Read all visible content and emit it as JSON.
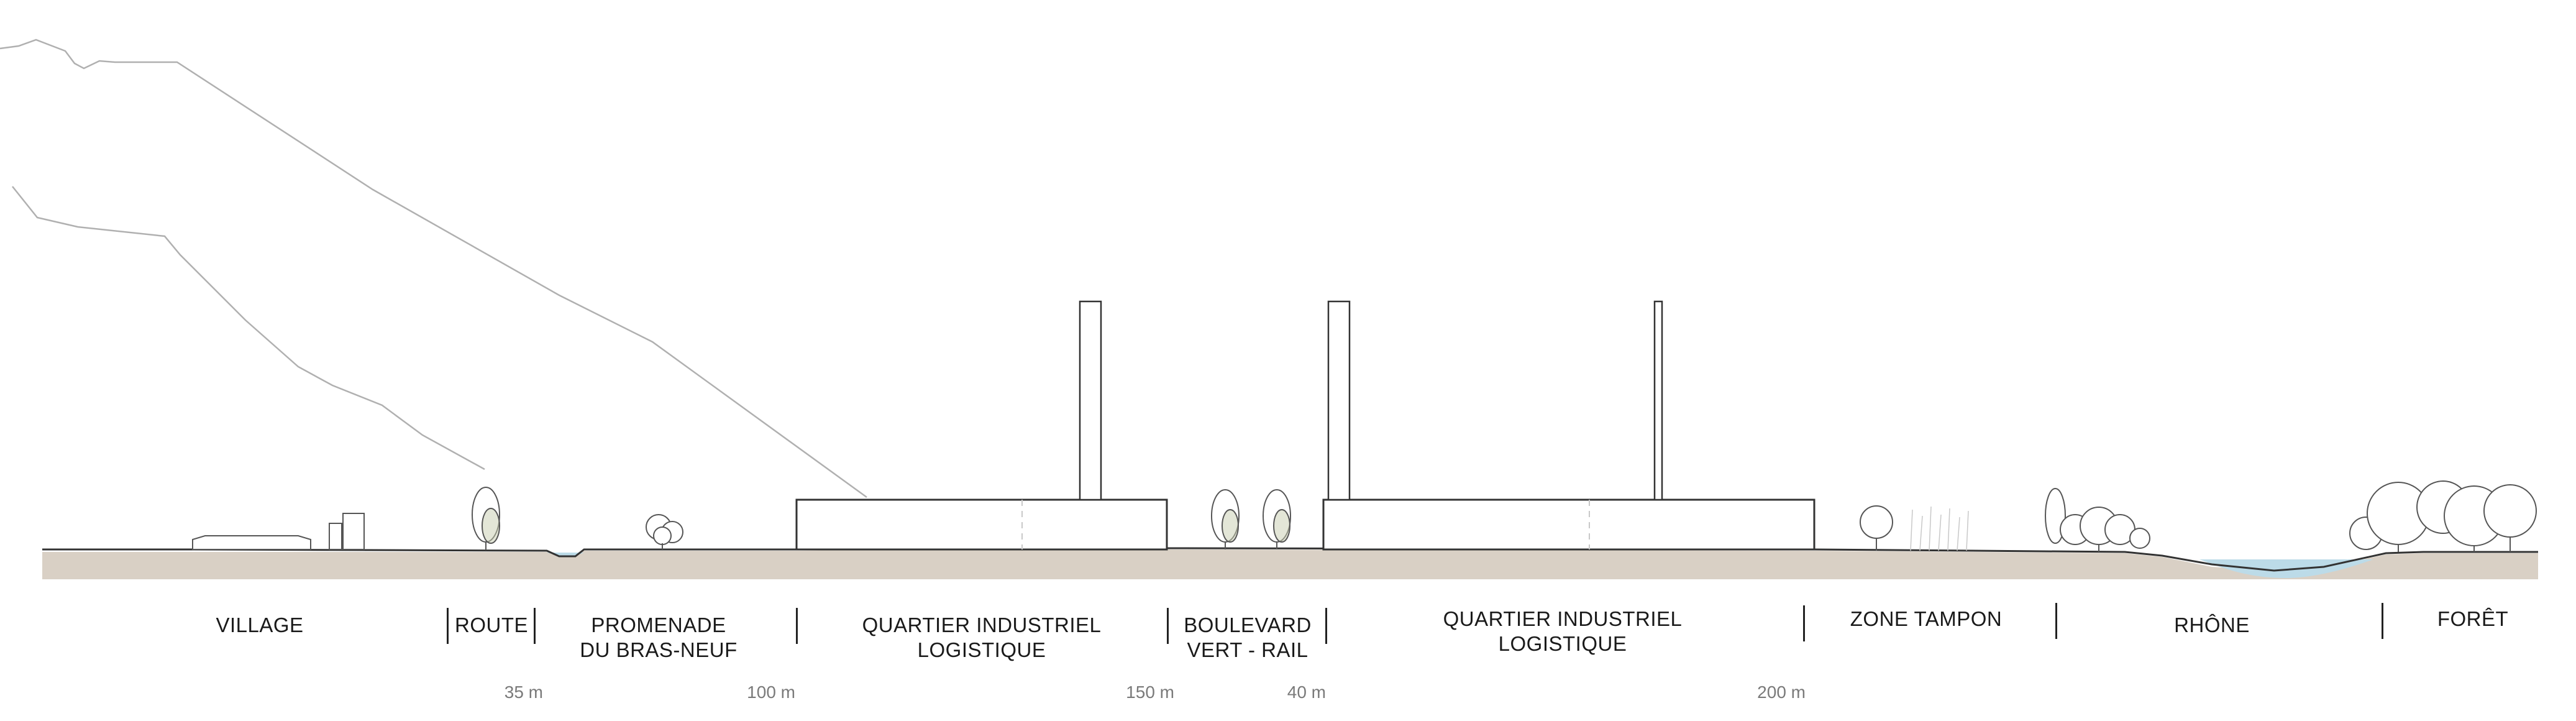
{
  "colors": {
    "ground": "#d9d0c5",
    "water": "#bcdbe8",
    "line": "#333333",
    "tree_stroke": "#555555",
    "tree_canopy": "#c8cdb0",
    "mountain_line": "#b0b0b0",
    "building_dash": "#c8c8c8"
  },
  "zones": [
    {
      "lines": [
        "VILLAGE"
      ]
    },
    {
      "lines": [
        "ROUTE"
      ]
    },
    {
      "lines": [
        "PROMENADE",
        "DU BRAS-NEUF"
      ]
    },
    {
      "lines": [
        "QUARTIER INDUSTRIEL",
        "LOGISTIQUE"
      ]
    },
    {
      "lines": [
        "BOULEVARD",
        "VERT - RAIL"
      ]
    },
    {
      "lines": [
        "QUARTIER INDUSTRIEL",
        "LOGISTIQUE"
      ]
    },
    {
      "lines": [
        "ZONE TAMPON"
      ]
    },
    {
      "lines": [
        "RHÔNE"
      ]
    },
    {
      "lines": [
        "FORÊT"
      ]
    }
  ],
  "distances": [
    "35 m",
    "100 m",
    "150 m",
    "40 m",
    "200 m"
  ],
  "icons": {
    "tree": "deciduous-tree-icon",
    "reed": "reed-grass-icon",
    "chimney": "industrial-chimney-icon"
  }
}
